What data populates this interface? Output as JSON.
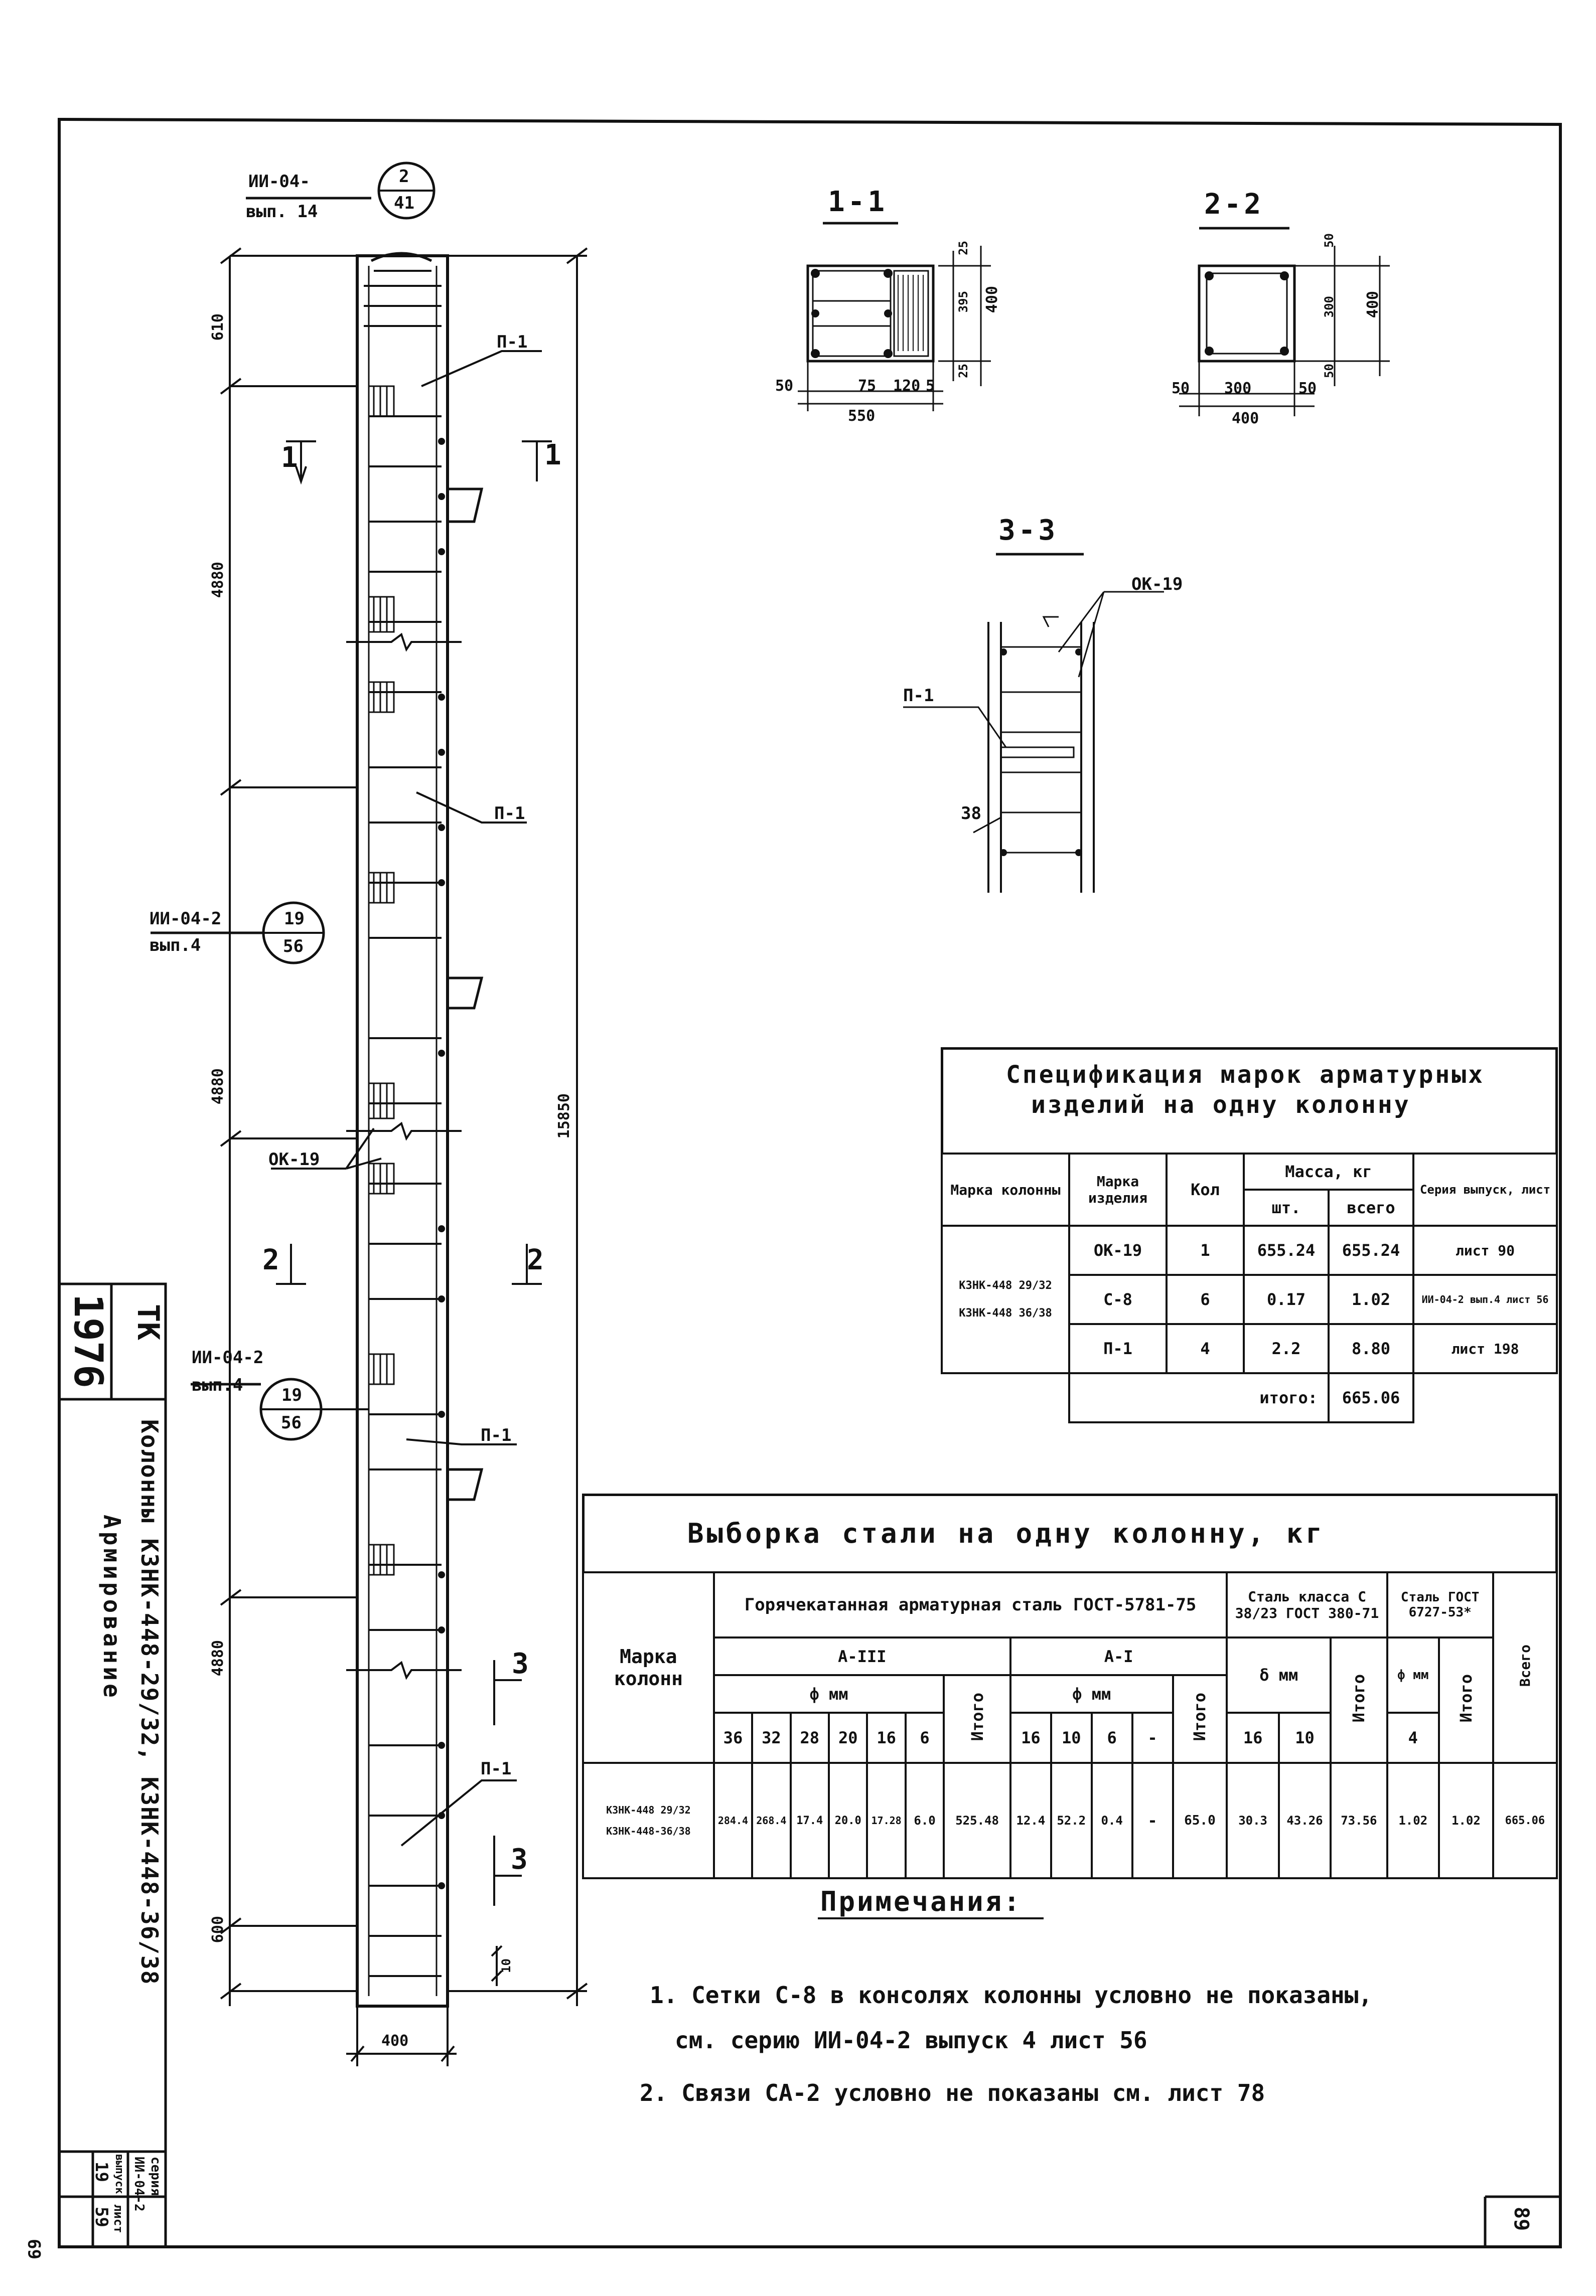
{
  "colors": {
    "ink": "#111111",
    "paper": "#ffffff"
  },
  "column": {
    "ref_top": {
      "code": "ИИ-04-",
      "issue": "вып. 14",
      "circle_top": "2",
      "circle_bottom": "41"
    },
    "ref_mid": {
      "code": "ИИ-04-2",
      "issue": "вып.4",
      "circle_top": "19",
      "circle_bottom": "56"
    },
    "ref_low": {
      "code": "ИИ-04-2",
      "issue": "вып.4",
      "circle_top": "19",
      "circle_bottom": "56"
    },
    "dims_left": [
      "610",
      "4880",
      "4880",
      "4880",
      "600"
    ],
    "dim_total": "15850",
    "dim_width": "400",
    "dim_small": "10",
    "labels": {
      "p1_a": "П-1",
      "p1_b": "П-1",
      "p1_c": "П-1",
      "p1_d": "П-1",
      "ok19": "ОК-19"
    },
    "cut_marks": {
      "c1": "1",
      "c2": "2",
      "c3": "3"
    }
  },
  "section_1_1": {
    "title": "1-1",
    "dims": [
      "50",
      "75",
      "120",
      "5",
      "550",
      "25",
      "395",
      "400",
      "25"
    ]
  },
  "section_2_2": {
    "title": "2-2",
    "dims": [
      "50",
      "300",
      "50",
      "400",
      "50",
      "300",
      "400",
      "50"
    ]
  },
  "section_3_3": {
    "title": "3-3",
    "labels": [
      "ОК-19",
      "П-1",
      "38"
    ]
  },
  "spec_table": {
    "title_line1": "Спецификация марок арматурных",
    "title_line2": "изделий на одну колонну",
    "headers": {
      "col_mark": "Марка колонны",
      "item_mark": "Марка изделия",
      "qty": "Кол",
      "mass": "Масса, кг",
      "mass_unit": "шт.",
      "mass_total": "всего",
      "series": "Серия выпуск, лист"
    },
    "column_marks": [
      "КЗНК-448 29/32",
      "КЗНК-448 36/38"
    ],
    "rows": [
      {
        "item": "ОК-19",
        "qty": "1",
        "unit": "655.24",
        "total": "655.24",
        "series": "лист 90"
      },
      {
        "item": "С-8",
        "qty": "6",
        "unit": "0.17",
        "total": "1.02",
        "series": "ИИ-04-2 вып.4 лист 56"
      },
      {
        "item": "П-1",
        "qty": "4",
        "unit": "2.2",
        "total": "8.80",
        "series": "лист 198"
      }
    ],
    "total_label": "итого:",
    "total_value": "665.06"
  },
  "steel_table": {
    "title": "Выборка стали на одну колонну, кг",
    "group1": "Горячекатанная арматурная сталь ГОСТ-5781-75",
    "group2": "Сталь класса С 38/23 ГОСТ 380-71",
    "group3": "Сталь ГОСТ 6727-53*",
    "mark_header": "Марка колонн",
    "class_a3": "А-III",
    "class_a1": "А-I",
    "phi_mm": "ф мм",
    "delta_mm": "δ мм",
    "itogo": "Итого",
    "vsego": "Всего",
    "diam_a3": [
      "36",
      "32",
      "28",
      "20",
      "16",
      "6"
    ],
    "diam_a1": [
      "16",
      "10",
      "6",
      "-"
    ],
    "diam_s": [
      "16",
      "10"
    ],
    "diam_g": [
      "4"
    ],
    "col_marks": [
      "КЗНК-448 29/32",
      "КЗНК-448-36/38"
    ],
    "values_a3": [
      "284.4",
      "268.4",
      "17.4",
      "20.0",
      "17.28",
      "6.0"
    ],
    "itogo_a3": "525.48",
    "values_a1": [
      "12.4",
      "52.2",
      "0.4",
      "-"
    ],
    "itogo_a1": "65.0",
    "values_s": [
      "30.3",
      "43.26"
    ],
    "itogo_s": "73.56",
    "values_g": [
      "1.02"
    ],
    "itogo_g": "1.02",
    "vsego_value": "665.06"
  },
  "notes": {
    "title": "Примечания:",
    "line1": "1. Сетки С-8 в консолях колонны условно не показаны,",
    "line2": "см. серию ИИ-04-2 выпуск 4 лист 56",
    "line3": "2. Связи СА-2 условно не показаны см. лист 78"
  },
  "side_strip": {
    "tk": "ТК",
    "number": "1976",
    "title_line1": "Колонны КЗНК-448-29/32, КЗНК-448-36/38",
    "title_line2": "Армирование",
    "series_label": "серия",
    "series_value": "ИИ-04-2",
    "issue_label": "выпуск",
    "issue_value": "19",
    "sheet_label": "лист",
    "sheet_value": "59"
  },
  "corner": {
    "page": "89",
    "stamp": "69"
  }
}
